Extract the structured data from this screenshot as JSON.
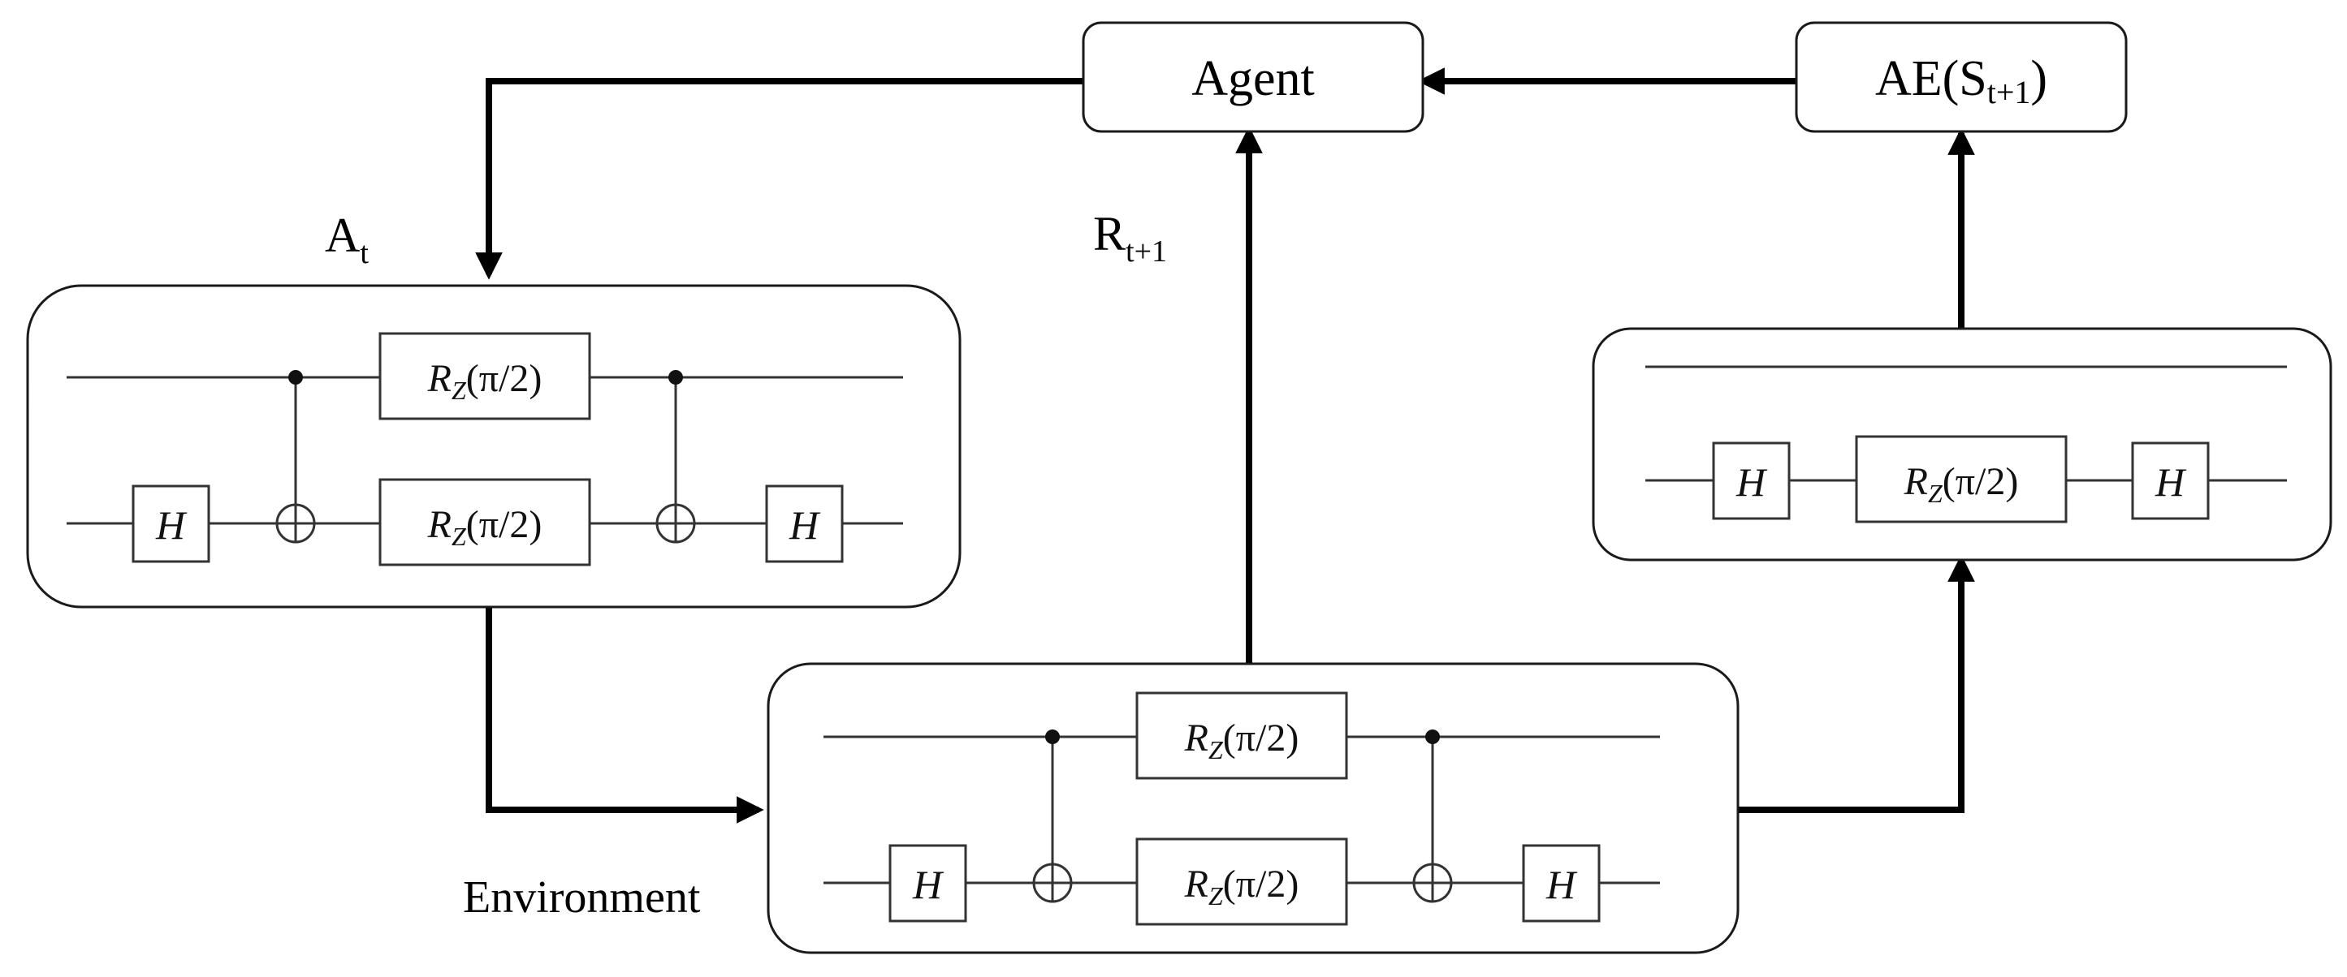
{
  "nodes": {
    "agent": "Agent",
    "ae_prefix": "AE(S",
    "ae_sub": "t+1",
    "ae_suffix": ")"
  },
  "edge_labels": {
    "action_main": "A",
    "action_sub": "t",
    "reward_main": "R",
    "reward_sub": "t+1",
    "environment": "Environment"
  },
  "gates": {
    "hadamard": "H",
    "rz_symbol": "R",
    "rz_sub": "Z",
    "rz_arg": "(π/2)"
  }
}
